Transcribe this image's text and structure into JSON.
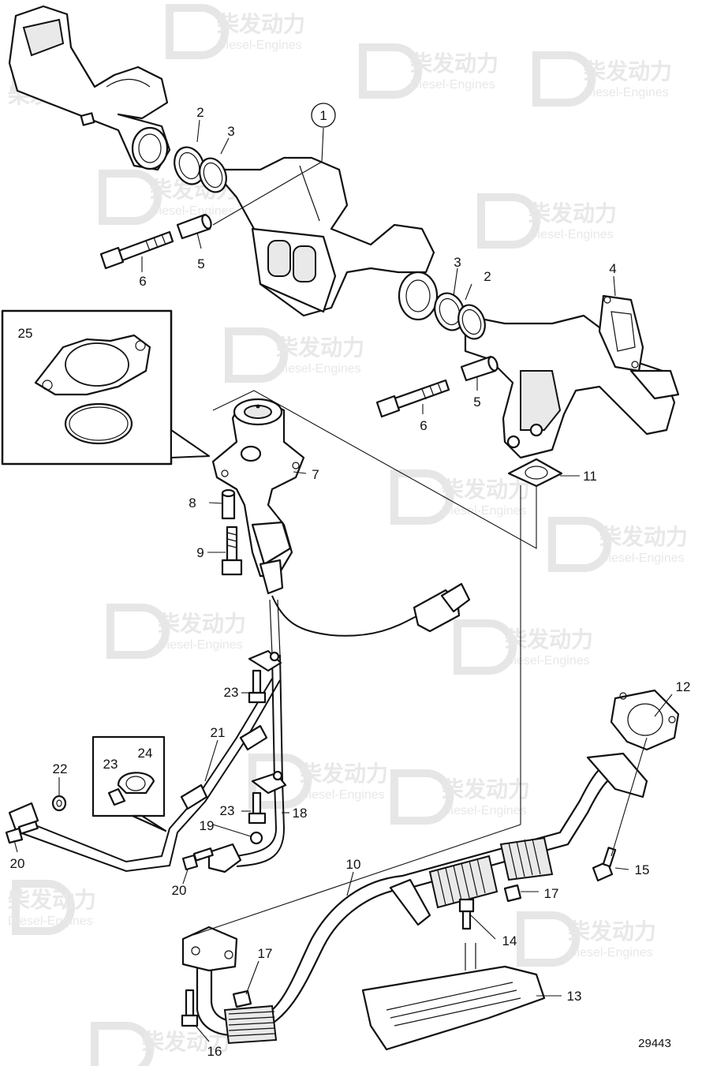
{
  "watermark": {
    "cn": "柴发动力",
    "en": "Diesel-Engines"
  },
  "drawing_number": "29443",
  "callouts": {
    "c1": "1",
    "c2a": "2",
    "c2b": "2",
    "c3a": "3",
    "c3b": "3",
    "c4": "4",
    "c5a": "5",
    "c5b": "5",
    "c6a": "6",
    "c6b": "6",
    "c7": "7",
    "c8": "8",
    "c9": "9",
    "c10": "10",
    "c11": "11",
    "c12": "12",
    "c13": "13",
    "c14": "14",
    "c15": "15",
    "c16": "16",
    "c17a": "17",
    "c17b": "17",
    "c18": "18",
    "c19": "19",
    "c20a": "20",
    "c20b": "20",
    "c21": "21",
    "c22": "22",
    "c23a": "23",
    "c23b": "23",
    "c23c": "23",
    "c24": "24",
    "c25": "25"
  }
}
